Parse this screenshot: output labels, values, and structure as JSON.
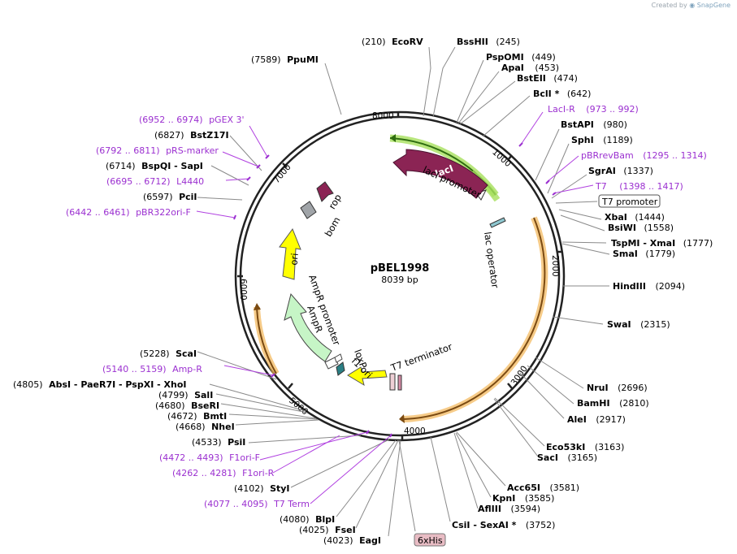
{
  "credit": {
    "prefix": "Created by",
    "brand": "SnapGene"
  },
  "plasmid": {
    "name": "pBEL1998",
    "length": "8039 bp"
  },
  "ticks": [
    "1000",
    "2000",
    "3000",
    "4000",
    "5000",
    "6000",
    "7000",
    "8000"
  ],
  "sites": [
    {
      "pos": "(210)",
      "name": "EcoRV"
    },
    {
      "pos": "(245)",
      "name": "BssHII"
    },
    {
      "pos": "(449)",
      "name": "PspOMI"
    },
    {
      "pos": "(453)",
      "name": "ApaI"
    },
    {
      "pos": "(474)",
      "name": "BstEII"
    },
    {
      "pos": "(642)",
      "name": "BclI *"
    },
    {
      "pos": "(980)",
      "name": "BstAPI"
    },
    {
      "pos": "(1189)",
      "name": "SphI"
    },
    {
      "pos": "(1337)",
      "name": "SgrAI"
    },
    {
      "pos": "(1444)",
      "name": "XbaI"
    },
    {
      "pos": "(1558)",
      "name": "BsiWI"
    },
    {
      "pos": "(1777)",
      "name": "TspMI - XmaI"
    },
    {
      "pos": "(1779)",
      "name": "SmaI"
    },
    {
      "pos": "(2094)",
      "name": "HindIII"
    },
    {
      "pos": "(2315)",
      "name": "SwaI"
    },
    {
      "pos": "(2696)",
      "name": "NruI"
    },
    {
      "pos": "(2810)",
      "name": "BamHI"
    },
    {
      "pos": "(2917)",
      "name": "AleI"
    },
    {
      "pos": "(3163)",
      "name": "Eco53kI"
    },
    {
      "pos": "(3165)",
      "name": "SacI"
    },
    {
      "pos": "(3581)",
      "name": "Acc65I"
    },
    {
      "pos": "(3585)",
      "name": "KpnI"
    },
    {
      "pos": "(3594)",
      "name": "AflIII"
    },
    {
      "pos": "(3752)",
      "name": "CsiI - SexAI *"
    },
    {
      "pos": "(7589)",
      "name": "PpuMI"
    },
    {
      "pos": "(6827)",
      "name": "BstZ17I"
    },
    {
      "pos": "(6714)",
      "name": "BspQI - SapI"
    },
    {
      "pos": "(6597)",
      "name": "PciI"
    },
    {
      "pos": "(5228)",
      "name": "ScaI"
    },
    {
      "pos": "(4805)",
      "name": "AbsI - PaeR7I - PspXI - XhoI"
    },
    {
      "pos": "(4799)",
      "name": "SalI"
    },
    {
      "pos": "(4680)",
      "name": "BseRI"
    },
    {
      "pos": "(4672)",
      "name": "BmtI"
    },
    {
      "pos": "(4668)",
      "name": "NheI"
    },
    {
      "pos": "(4533)",
      "name": "PsiI"
    },
    {
      "pos": "(4102)",
      "name": "StyI"
    },
    {
      "pos": "(4080)",
      "name": "BlpI"
    },
    {
      "pos": "(4025)",
      "name": "FseI"
    },
    {
      "pos": "(4023)",
      "name": "EagI"
    }
  ],
  "primers": [
    {
      "name": "LacI-R",
      "range": "(973 .. 992)"
    },
    {
      "name": "pBRrevBam",
      "range": "(1295 .. 1314)"
    },
    {
      "name": "T7",
      "range": "(1398 .. 1417)"
    },
    {
      "name": "pGEX 3'",
      "range": "(6952 .. 6974)"
    },
    {
      "name": "pRS-marker",
      "range": "(6792 .. 6811)"
    },
    {
      "name": "L4440",
      "range": "(6695 .. 6712)"
    },
    {
      "name": "pBR322ori-F",
      "range": "(6442 .. 6461)"
    },
    {
      "name": "Amp-R",
      "range": "(5140 .. 5159)"
    },
    {
      "name": "F1ori-F",
      "range": "(4472 .. 4493)"
    },
    {
      "name": "F1ori-R",
      "range": "(4262 .. 4281)"
    },
    {
      "name": "T7 Term",
      "range": "(4077 .. 4095)"
    }
  ],
  "boxed": {
    "t7_promoter": "T7 promoter",
    "his": "6xHis"
  },
  "features": {
    "laci": "lacI",
    "laci_promoter": "lacI promoter",
    "lac_operator": "lac operator",
    "rop": "rop",
    "bom": "bom",
    "ori": "ori",
    "ampr_promoter": "AmpR promoter",
    "ampr": "AmpR",
    "loxp": "loxP",
    "f1_ori": "f1 ori",
    "t7_terminator": "T7 terminator"
  },
  "colors": {
    "laci": "#8b2454",
    "promoter_glow": "#a6e05c",
    "promoter": "#ffffff",
    "rop": "#8b2454",
    "bom": "#a0a4a8",
    "ori": "#ffff00",
    "ampr": "#c6f5c6",
    "f1_ori": "#ffff00",
    "loxp": "#2a7f84",
    "orange_glow": "#f2b555",
    "primer": "#9b30d0",
    "his_box": "#e8bcc4"
  }
}
